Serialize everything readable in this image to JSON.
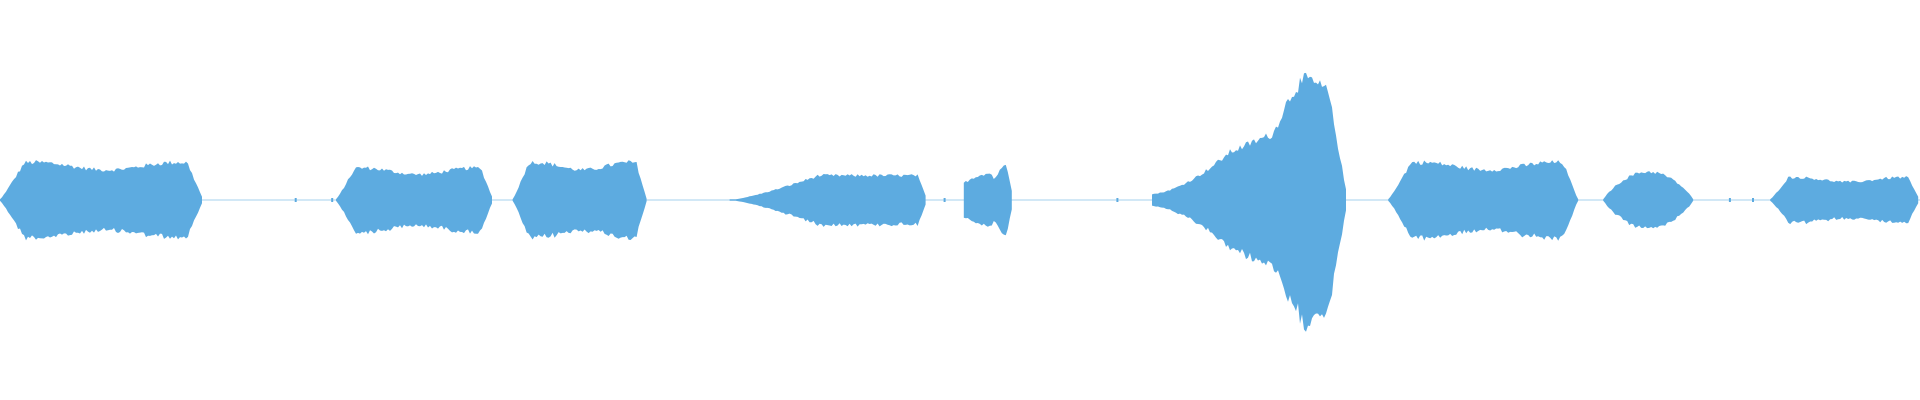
{
  "waveform": {
    "color": "#5dabe0",
    "background": "#ffffff",
    "amplitude_scale": 1.0,
    "segments": [
      {
        "name": "segment-1",
        "start": 0.0,
        "end": 0.106,
        "peak": 0.2,
        "shape": "plateau"
      },
      {
        "name": "segment-2",
        "start": 0.175,
        "end": 0.257,
        "peak": 0.17,
        "shape": "plateau"
      },
      {
        "name": "segment-3",
        "start": 0.267,
        "end": 0.337,
        "peak": 0.2,
        "shape": "plateau"
      },
      {
        "name": "segment-4",
        "start": 0.38,
        "end": 0.483,
        "peak": 0.13,
        "shape": "ramp-up"
      },
      {
        "name": "segment-5",
        "start": 0.502,
        "end": 0.528,
        "peak": 0.2,
        "shape": "spike"
      },
      {
        "name": "segment-6",
        "start": 0.6,
        "end": 0.702,
        "peak": 0.64,
        "shape": "crescendo"
      },
      {
        "name": "segment-7",
        "start": 0.723,
        "end": 0.822,
        "peak": 0.2,
        "shape": "plateau"
      },
      {
        "name": "segment-8",
        "start": 0.835,
        "end": 0.882,
        "peak": 0.15,
        "shape": "bump"
      },
      {
        "name": "segment-9",
        "start": 0.922,
        "end": 1.0,
        "peak": 0.12,
        "shape": "plateau"
      }
    ],
    "silence_ticks": [
      0.154,
      0.173,
      0.398,
      0.492,
      0.582,
      0.901,
      0.913
    ]
  }
}
